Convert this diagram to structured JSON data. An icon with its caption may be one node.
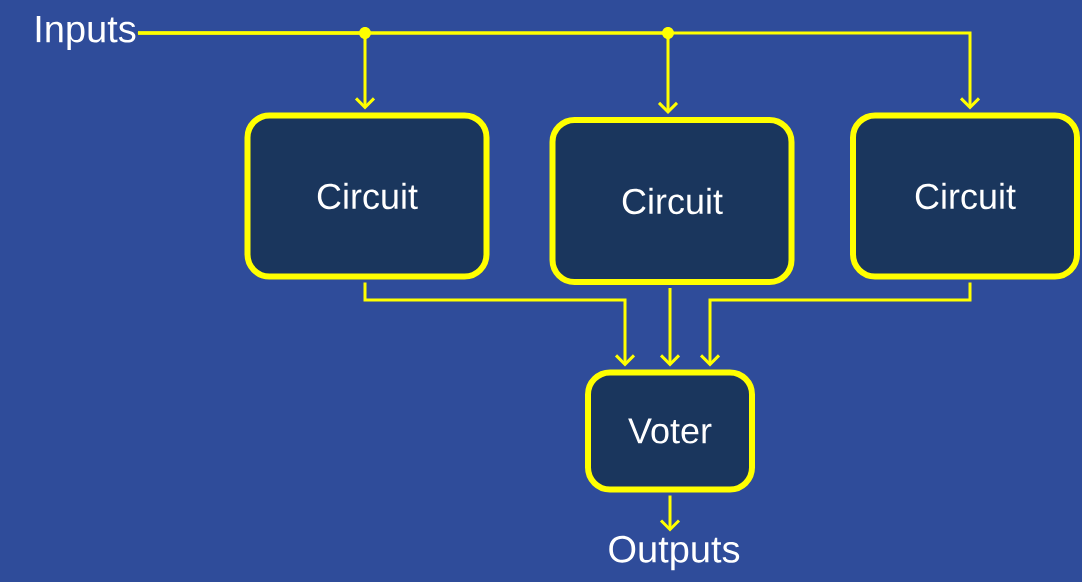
{
  "diagram": {
    "nodes": [
      {
        "text": [
          "Inputs"
        ]
      },
      {
        "text": [
          "Circuit"
        ]
      },
      {
        "text": [
          "Circuit"
        ]
      },
      {
        "text": [
          "Circuit"
        ]
      },
      {
        "text": [
          "Voter"
        ]
      },
      {
        "text": [
          "Outputs"
        ]
      }
    ],
    "edges": [
      {
        "from": 0,
        "to": 1,
        "arrow": "to"
      },
      {
        "from": 0,
        "to": 2,
        "arrow": "to"
      },
      {
        "from": 0,
        "to": 3,
        "arrow": "to"
      },
      {
        "from": 1,
        "to": 4,
        "arrow": "to"
      },
      {
        "from": 2,
        "to": 4,
        "arrow": "to"
      },
      {
        "from": 3,
        "to": 4,
        "arrow": "to"
      },
      {
        "from": 4,
        "to": 5,
        "arrow": "to"
      }
    ]
  }
}
